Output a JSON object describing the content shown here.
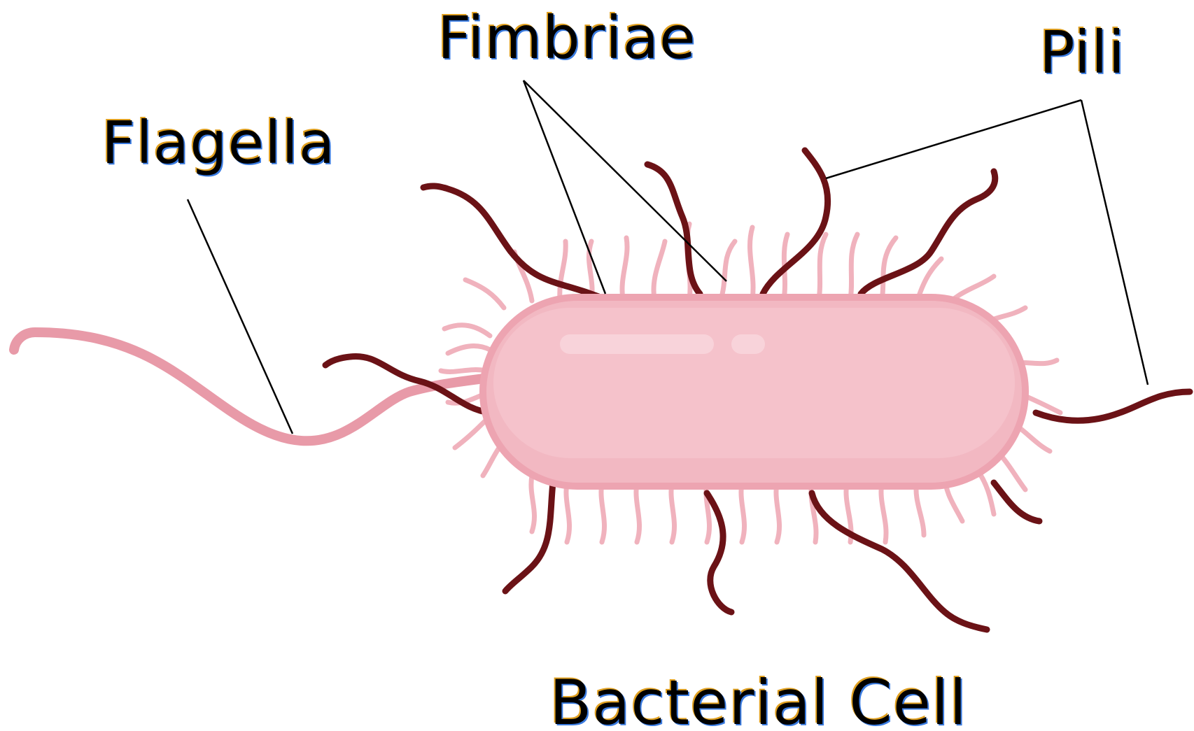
{
  "diagram": {
    "title": "Bacterial Cell",
    "labels": {
      "flagella": "Flagella",
      "fimbriae": "Fimbriae",
      "pili": "Pili"
    }
  },
  "colors": {
    "background": "#ffffff",
    "cell_body": "#f2b8c2",
    "cell_outline": "#e89aa8",
    "cell_highlight": "#f8d3da",
    "fimbriae": "#f0b2bd",
    "flagellum": "#e89aa8",
    "pili": "#6b1216",
    "leader_line": "#000000",
    "label_text": "#000000",
    "label_shadow_orange": "#e0a020",
    "label_shadow_blue": "#3a7be0"
  }
}
